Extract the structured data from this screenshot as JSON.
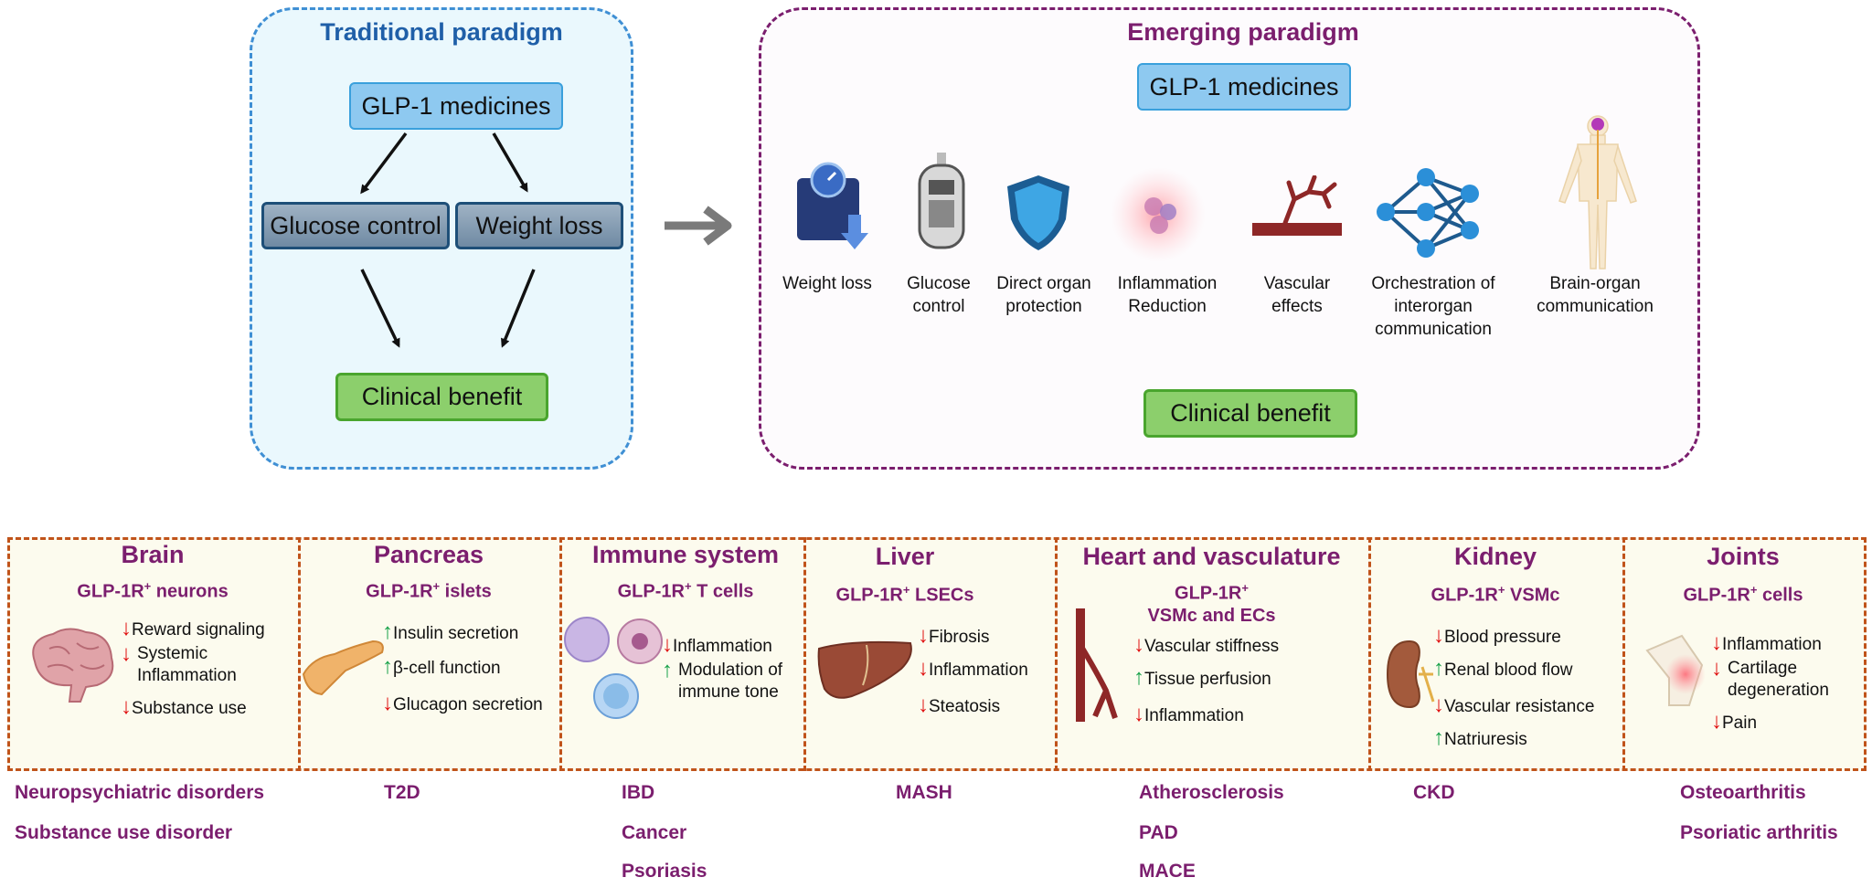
{
  "traditional": {
    "title": "Traditional paradigm",
    "medicines": "GLP-1 medicines",
    "glucose": "Glucose control",
    "weight": "Weight loss",
    "benefit": "Clinical benefit"
  },
  "emerging": {
    "title": "Emerging paradigm",
    "medicines": "GLP-1 medicines",
    "items": [
      {
        "label": "Weight loss",
        "icon": "weight-scale-icon"
      },
      {
        "label": "Glucose control",
        "icon": "glucose-meter-icon"
      },
      {
        "label": "Direct organ protection",
        "icon": "shield-icon"
      },
      {
        "label": "Inflammation Reduction",
        "icon": "inflammation-cells-icon"
      },
      {
        "label": "Vascular effects",
        "icon": "blood-vessel-icon"
      },
      {
        "label": "Orchestration of interorgan communication",
        "icon": "network-icon"
      },
      {
        "label": "Brain-organ communication",
        "icon": "human-body-icon"
      }
    ],
    "benefit": "Clinical benefit"
  },
  "colors": {
    "purple": "#7b1e6e",
    "blue_title": "#1f5fa8",
    "down_arrow": "#e01010",
    "up_arrow": "#18a24a",
    "organ_border": "#c0531a"
  },
  "organs": [
    {
      "title": "Brain",
      "sub": "GLP-1R",
      "sup": "+",
      "sub2": " neurons",
      "effects": [
        {
          "dir": "down",
          "text": "Reward signaling"
        },
        {
          "dir": "down",
          "text": "Systemic Inflammation"
        },
        {
          "dir": "down",
          "text": "Substance use"
        }
      ],
      "diseases": [
        "Neuropsychiatric disorders",
        "Substance use disorder"
      ]
    },
    {
      "title": "Pancreas",
      "sub": "GLP-1R",
      "sup": "+",
      "sub2": " islets",
      "effects": [
        {
          "dir": "up",
          "text": "Insulin secretion"
        },
        {
          "dir": "up",
          "text": "β-cell function"
        },
        {
          "dir": "down",
          "text": "Glucagon secretion"
        }
      ],
      "diseases": [
        "T2D"
      ]
    },
    {
      "title": "Immune system",
      "sub": "GLP-1R",
      "sup": "+",
      "sub2": " T cells",
      "effects": [
        {
          "dir": "down",
          "text": "Inflammation"
        },
        {
          "dir": "up",
          "text": "Modulation of immune tone"
        }
      ],
      "diseases": [
        "IBD",
        "Cancer",
        "Psoriasis"
      ]
    },
    {
      "title": "Liver",
      "sub": "GLP-1R",
      "sup": "+",
      "sub2": " LSECs",
      "effects": [
        {
          "dir": "down",
          "text": "Fibrosis"
        },
        {
          "dir": "down",
          "text": "Inflammation"
        },
        {
          "dir": "down",
          "text": "Steatosis"
        }
      ],
      "diseases": [
        "MASH"
      ]
    },
    {
      "title": "Heart and vasculature",
      "sub": "GLP-1R",
      "sup": "+",
      "sub2": "VSMc and ECs",
      "effects": [
        {
          "dir": "down",
          "text": "Vascular stiffness"
        },
        {
          "dir": "up",
          "text": "Tissue perfusion"
        },
        {
          "dir": "down",
          "text": "Inflammation"
        }
      ],
      "diseases": [
        "Atherosclerosis",
        "PAD",
        "MACE"
      ]
    },
    {
      "title": "Kidney",
      "sub": "GLP-1R",
      "sup": "+",
      "sub2": " VSMc",
      "effects": [
        {
          "dir": "down",
          "text": "Blood pressure"
        },
        {
          "dir": "up",
          "text": "Renal blood flow"
        },
        {
          "dir": "down",
          "text": "Vascular resistance"
        },
        {
          "dir": "up",
          "text": "Natriuresis"
        }
      ],
      "diseases": [
        "CKD"
      ]
    },
    {
      "title": "Joints",
      "sub": "GLP-1R",
      "sup": "+",
      "sub2": " cells",
      "effects": [
        {
          "dir": "down",
          "text": "Inflammation"
        },
        {
          "dir": "down",
          "text": "Cartilage degeneration"
        },
        {
          "dir": "down",
          "text": "Pain"
        }
      ],
      "diseases": [
        "Osteoarthritis",
        "Psoriatic arthritis"
      ]
    }
  ]
}
